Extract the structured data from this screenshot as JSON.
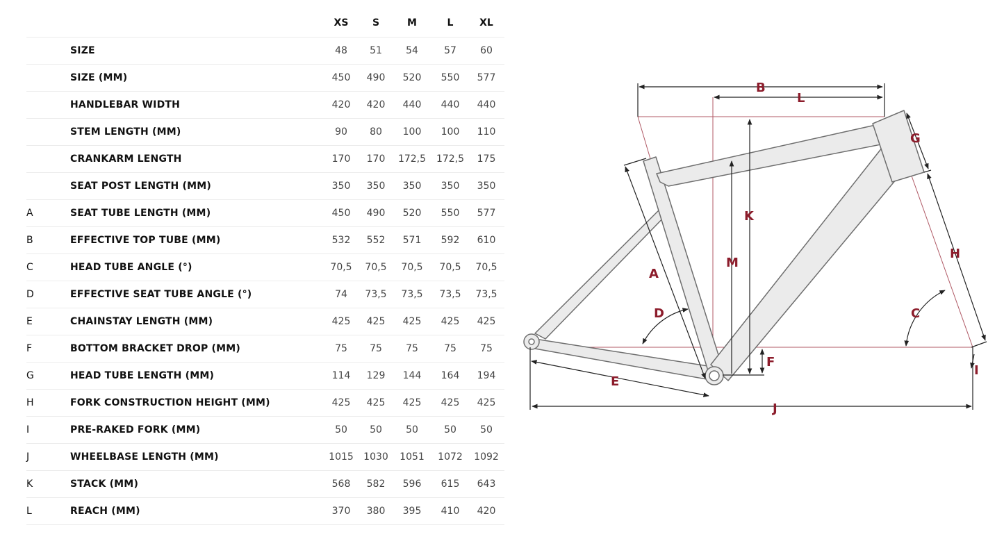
{
  "table": {
    "size_headers": [
      "XS",
      "S",
      "M",
      "L",
      "XL"
    ],
    "rows": [
      {
        "letter": "",
        "label": "SIZE",
        "values": [
          "48",
          "51",
          "54",
          "57",
          "60"
        ]
      },
      {
        "letter": "",
        "label": "SIZE (MM)",
        "values": [
          "450",
          "490",
          "520",
          "550",
          "577"
        ]
      },
      {
        "letter": "",
        "label": "HANDLEBAR WIDTH",
        "values": [
          "420",
          "420",
          "440",
          "440",
          "440"
        ]
      },
      {
        "letter": "",
        "label": "STEM LENGTH (MM)",
        "values": [
          "90",
          "80",
          "100",
          "100",
          "110"
        ]
      },
      {
        "letter": "",
        "label": "CRANKARM LENGTH",
        "values": [
          "170",
          "170",
          "172,5",
          "172,5",
          "175"
        ]
      },
      {
        "letter": "",
        "label": "SEAT POST LENGTH (MM)",
        "values": [
          "350",
          "350",
          "350",
          "350",
          "350"
        ]
      },
      {
        "letter": "A",
        "label": "SEAT TUBE LENGTH (MM)",
        "values": [
          "450",
          "490",
          "520",
          "550",
          "577"
        ]
      },
      {
        "letter": "B",
        "label": "EFFECTIVE TOP TUBE (MM)",
        "values": [
          "532",
          "552",
          "571",
          "592",
          "610"
        ]
      },
      {
        "letter": "C",
        "label": "HEAD TUBE ANGLE (°)",
        "values": [
          "70,5",
          "70,5",
          "70,5",
          "70,5",
          "70,5"
        ]
      },
      {
        "letter": "D",
        "label": "EFFECTIVE SEAT TUBE ANGLE (°)",
        "values": [
          "74",
          "73,5",
          "73,5",
          "73,5",
          "73,5"
        ]
      },
      {
        "letter": "E",
        "label": "CHAINSTAY LENGTH (MM)",
        "values": [
          "425",
          "425",
          "425",
          "425",
          "425"
        ]
      },
      {
        "letter": "F",
        "label": "BOTTOM BRACKET DROP (MM)",
        "values": [
          "75",
          "75",
          "75",
          "75",
          "75"
        ]
      },
      {
        "letter": "G",
        "label": "HEAD TUBE LENGTH (MM)",
        "values": [
          "114",
          "129",
          "144",
          "164",
          "194"
        ]
      },
      {
        "letter": "H",
        "label": "FORK CONSTRUCTION HEIGHT (MM)",
        "values": [
          "425",
          "425",
          "425",
          "425",
          "425"
        ]
      },
      {
        "letter": "I",
        "label": "PRE-RAKED FORK (MM)",
        "values": [
          "50",
          "50",
          "50",
          "50",
          "50"
        ]
      },
      {
        "letter": "J",
        "label": "WHEELBASE LENGTH (MM)",
        "values": [
          "1015",
          "1030",
          "1051",
          "1072",
          "1092"
        ]
      },
      {
        "letter": "K",
        "label": "STACK (MM)",
        "values": [
          "568",
          "582",
          "596",
          "615",
          "643"
        ]
      },
      {
        "letter": "L",
        "label": "REACH (MM)",
        "values": [
          "370",
          "380",
          "395",
          "410",
          "420"
        ]
      }
    ]
  },
  "diagram": {
    "labels": {
      "A": "A",
      "B": "B",
      "C": "C",
      "D": "D",
      "E": "E",
      "F": "F",
      "G": "G",
      "H": "H",
      "I": "I",
      "J": "J",
      "K": "K",
      "L": "L",
      "M": "M"
    },
    "colors": {
      "dimension_label": "#8c1c2b",
      "reference_line": "#b05a66",
      "frame_fill": "#ebebeb",
      "frame_stroke": "#6e6e6e"
    }
  }
}
